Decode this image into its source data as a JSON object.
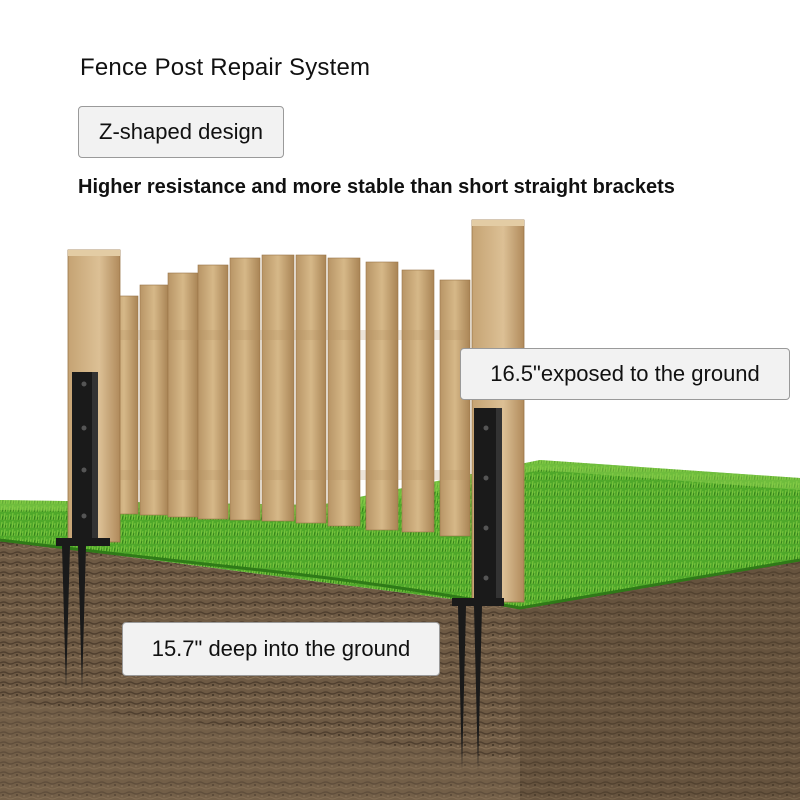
{
  "header": {
    "title": "Fence Post Repair System",
    "badge_label": "Z-shaped design",
    "subtitle": "Higher resistance and more stable than short straight brackets"
  },
  "callouts": {
    "exposed": "16.5\"exposed to the ground",
    "depth": "15.7\" deep into the ground"
  },
  "colors": {
    "wood": "#c9a878",
    "wood_dark": "#a98455",
    "grass": "#4fa82a",
    "grass_light": "#7cc63f",
    "soil": "#6e5a44",
    "soil_dark": "#4f3f2f",
    "bracket": "#1a1a1a",
    "label_bg": "#f2f2f2"
  }
}
